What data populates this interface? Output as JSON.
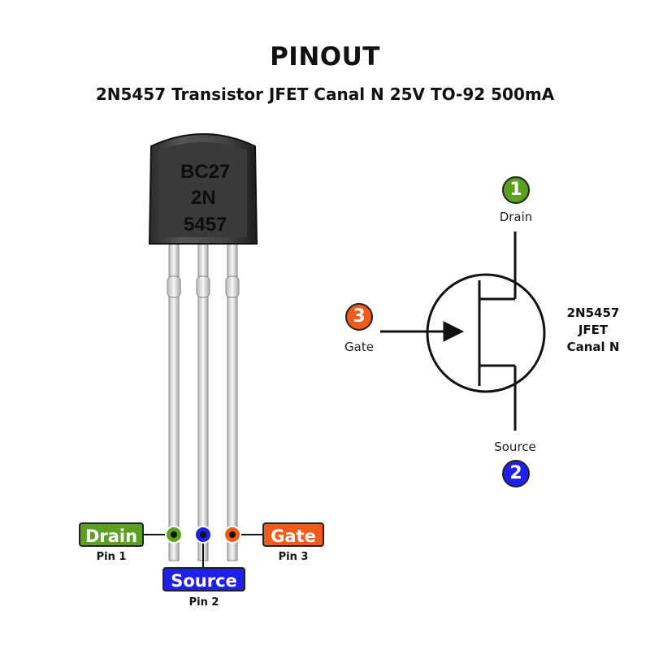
{
  "header": {
    "title": "PINOUT",
    "subtitle": "2N5457 Transistor JFET Canal N 25V TO-92 500mA"
  },
  "package": {
    "marking_line1": "BC27",
    "marking_line2": "2N",
    "marking_line3": "5457"
  },
  "pins": [
    {
      "name": "Drain",
      "pin_label": "Pin 1",
      "color": "#5ca021"
    },
    {
      "name": "Source",
      "pin_label": "Pin 2",
      "color": "#1f1ff0"
    },
    {
      "name": "Gate",
      "pin_label": "Pin 3",
      "color": "#f05a1a"
    }
  ],
  "symbol": {
    "drain_number": "1",
    "drain_label": "Drain",
    "gate_number": "3",
    "gate_label": "Gate",
    "source_number": "2",
    "source_label": "Source",
    "device_line1": "2N5457",
    "device_line2": "JFET",
    "device_line3": "Canal N"
  }
}
